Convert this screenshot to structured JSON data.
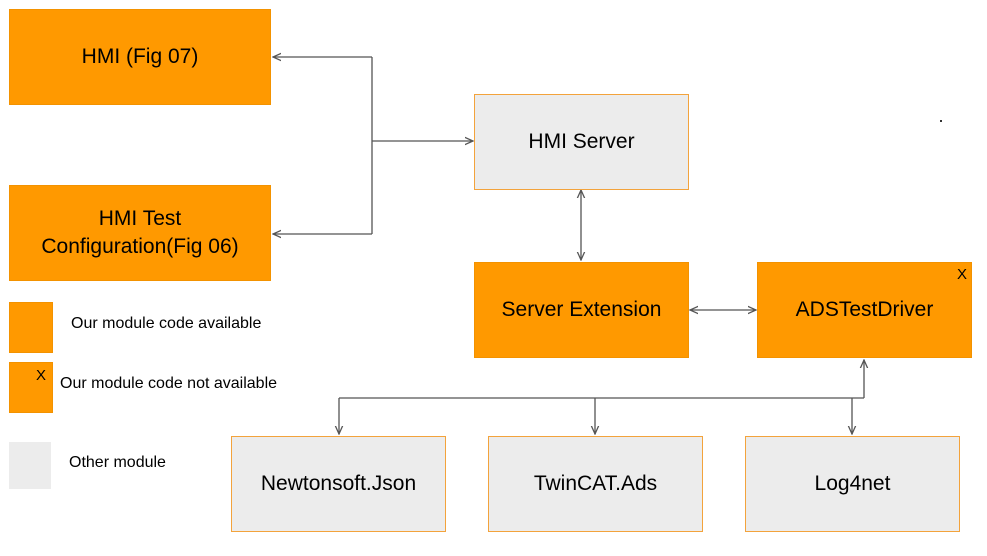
{
  "nodes": {
    "hmi": "HMI (Fig 07)",
    "hmi_test": "HMI Test\nConfiguration(Fig 06)",
    "hmi_server": "HMI Server",
    "server_extension": "Server Extension",
    "ads_test_driver": "ADSTestDriver",
    "ads_test_driver_mark": "X",
    "newtonsoft": "Newtonsoft.Json",
    "twincat": "TwinCAT.Ads",
    "log4net": "Log4net"
  },
  "legend": {
    "available": "Our module code available",
    "not_available_mark": "X",
    "not_available": "Our module code not available",
    "other": "Other module"
  },
  "colors": {
    "our_module": "#ff9900",
    "other_module": "#ececec",
    "border": "#f39200",
    "connector": "#555555"
  }
}
